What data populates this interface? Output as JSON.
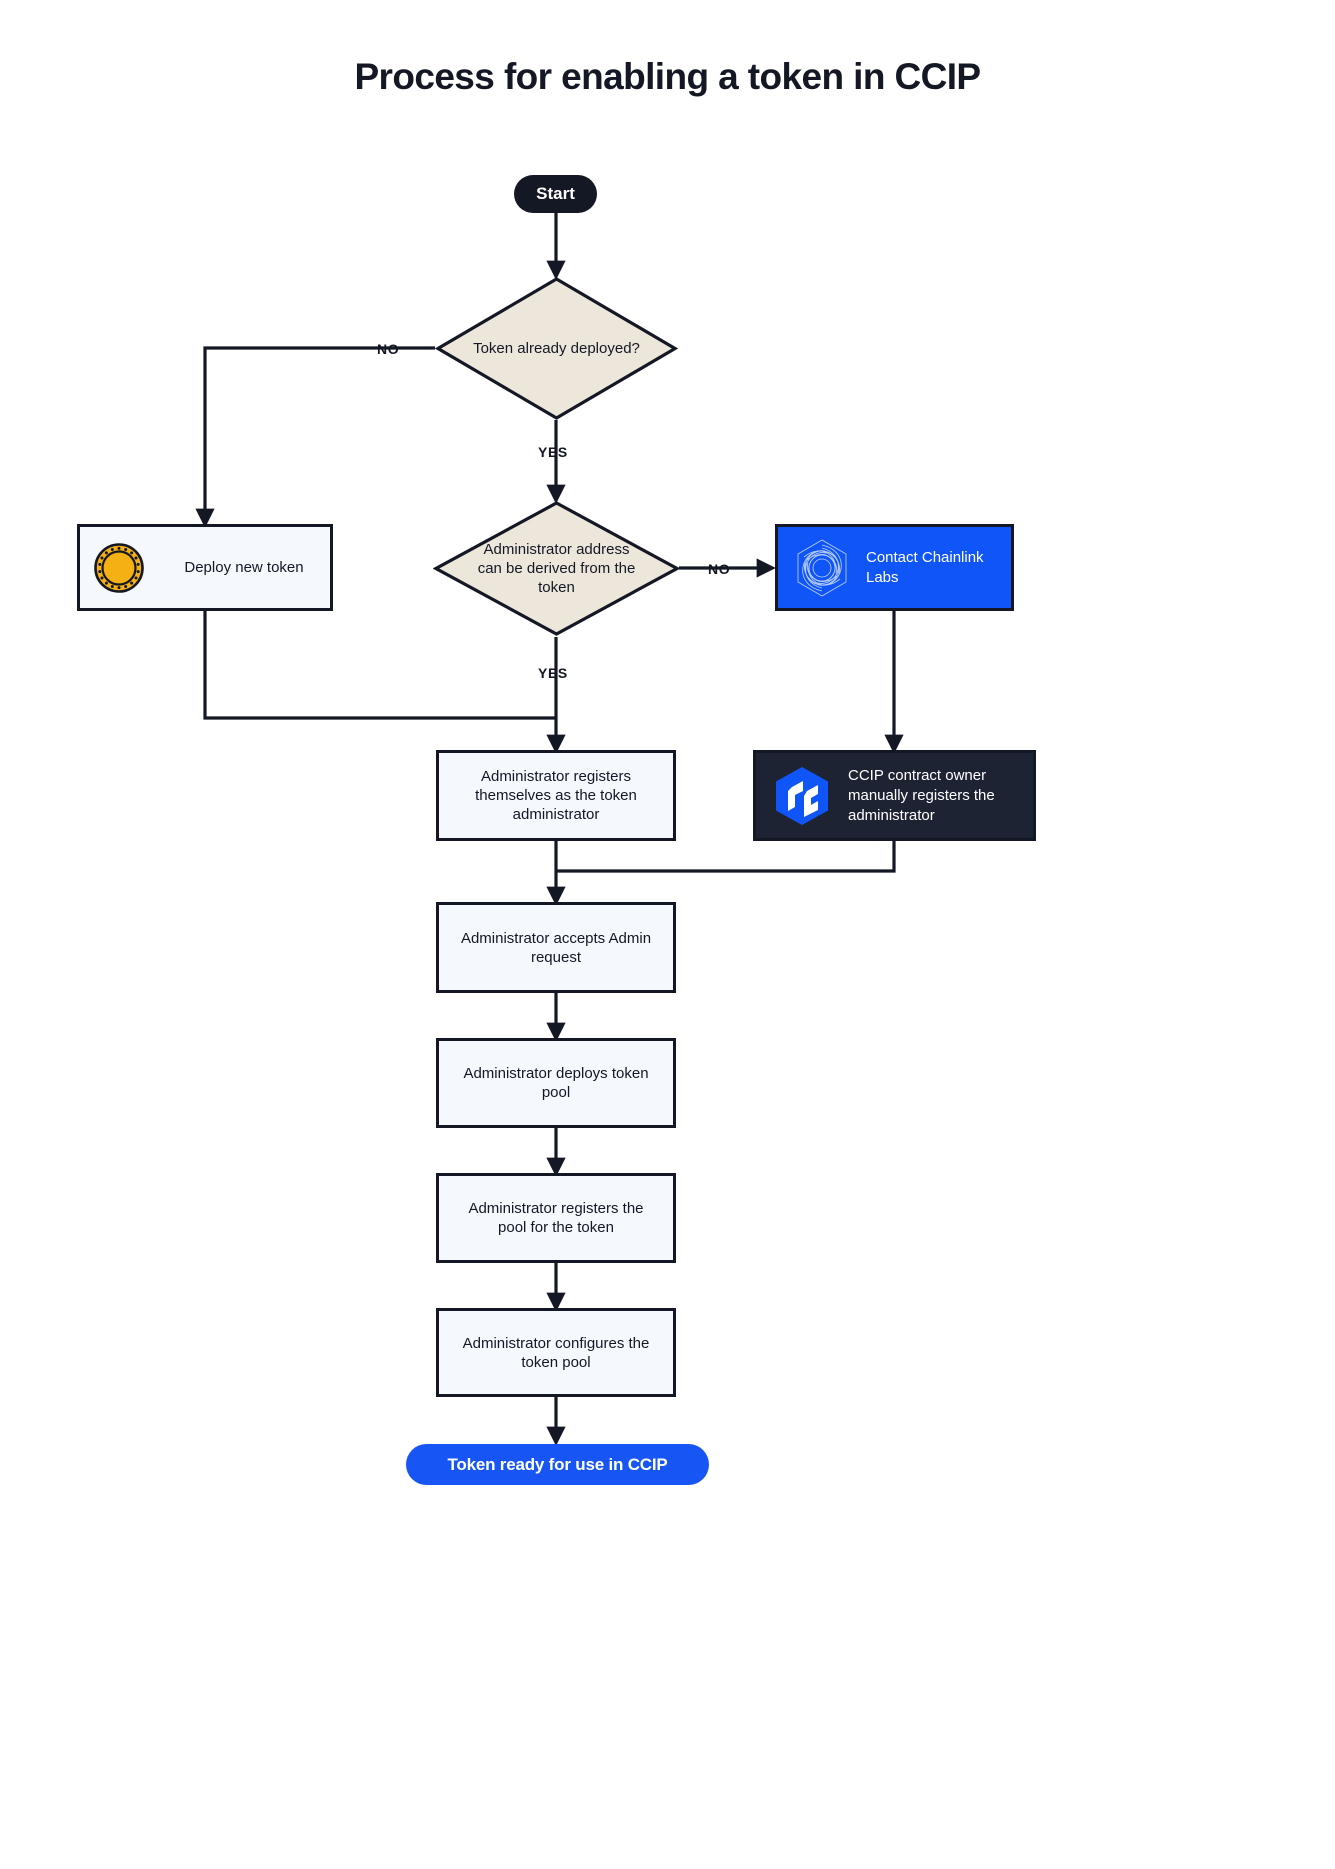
{
  "page": {
    "title": "Process for enabling a token in CCIP",
    "background": "#FFFFFF"
  },
  "colors": {
    "ink": "#141824",
    "box_fill": "#F5F8FD",
    "diamond_fill": "#EDE6DB",
    "brand_blue": "#1055F8",
    "pill_blue": "#1756F5",
    "dark_navy": "#1D2333",
    "coin_gold": "#F5B114"
  },
  "nodes": {
    "start": {
      "label": "Start",
      "shape": "terminator"
    },
    "decision_token_deployed": {
      "label": "Token already deployed?",
      "shape": "decision"
    },
    "deploy_new_token": {
      "label": "Deploy new token",
      "shape": "process",
      "icon": "gold-coin-icon"
    },
    "decision_admin_derived": {
      "label": "Administrator address can be derived from the token",
      "shape": "decision"
    },
    "contact_chainlink_labs": {
      "label": "Contact Chainlink Labs",
      "shape": "process",
      "icon": "chainlink-labs-logo-icon"
    },
    "admin_registers_self": {
      "label": "Administrator registers themselves as the token administrator",
      "shape": "process"
    },
    "ccip_owner_registers": {
      "label": "CCIP contract owner manually registers the administrator",
      "shape": "process",
      "icon": "ccip-hexagon-logo-icon"
    },
    "admin_accepts_request": {
      "label": "Administrator accepts Admin request",
      "shape": "process"
    },
    "admin_deploys_pool": {
      "label": "Administrator deploys token pool",
      "shape": "process"
    },
    "admin_registers_pool": {
      "label": "Administrator registers the pool for the token",
      "shape": "process"
    },
    "admin_configures_pool": {
      "label": "Administrator configures the token pool",
      "shape": "process"
    },
    "end": {
      "label": "Token ready for use in CCIP",
      "shape": "terminator"
    }
  },
  "edges": {
    "token_deployed_no": "NO",
    "token_deployed_yes": "YES",
    "admin_derived_no": "NO",
    "admin_derived_yes": "YES"
  }
}
